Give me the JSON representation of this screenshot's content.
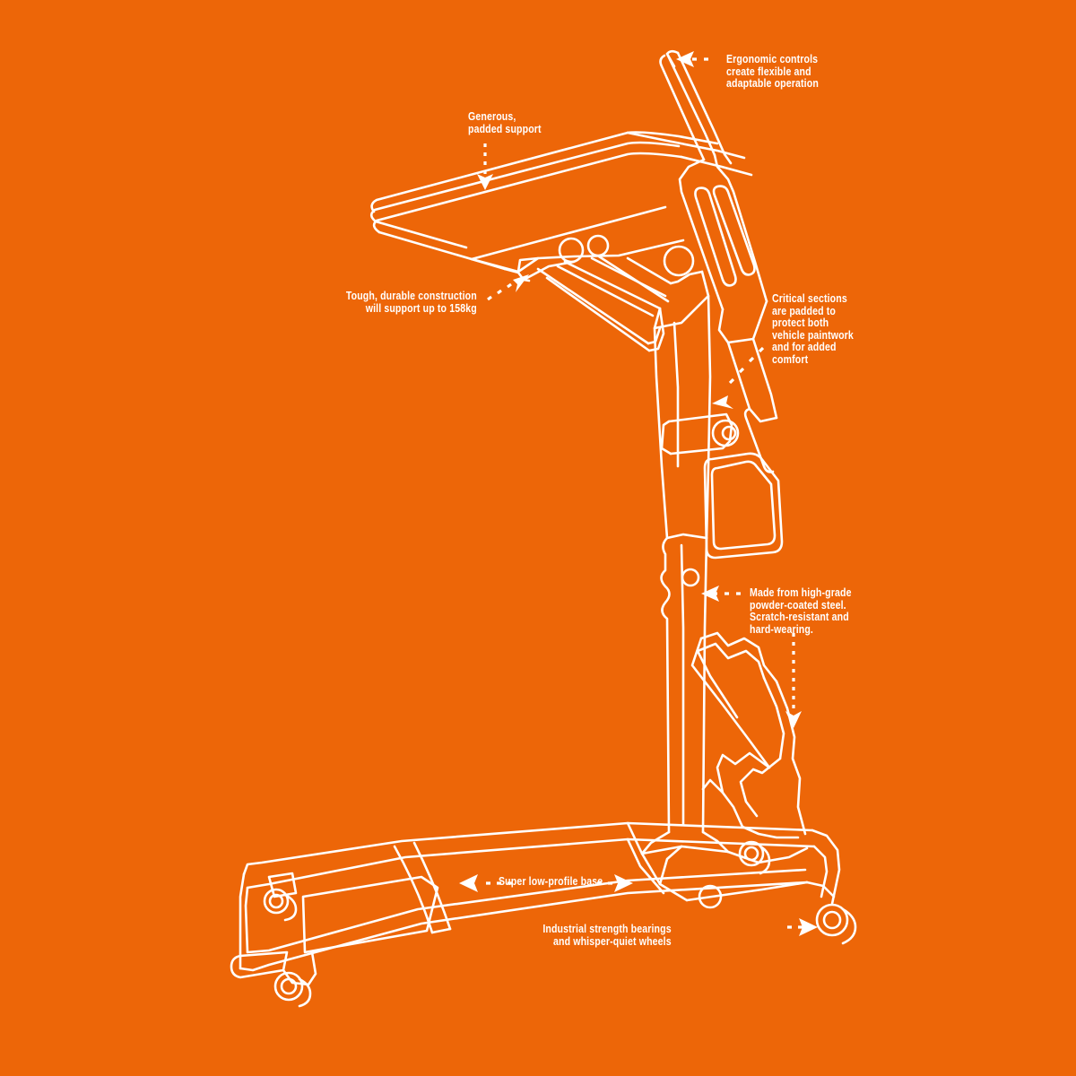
{
  "meta": {
    "title": "Engine crane annotated feature diagram",
    "background_color": "#ED6608",
    "line_color": "#FFFFFF"
  },
  "callouts": [
    {
      "id": "ergonomic",
      "name": "callout-ergonomic-controls",
      "text": "Ergonomic controls\ncreate flexible and\nadaptable operation",
      "align": "left",
      "arrow": "left",
      "target": "handle-lever"
    },
    {
      "id": "padded",
      "name": "callout-padded-support",
      "text": "Generous,\npadded support",
      "align": "left",
      "arrow": "down",
      "target": "padded-boom-arm"
    },
    {
      "id": "tough",
      "name": "callout-tough-construction",
      "text": "Tough, durable construction\nwill support up to 158kg",
      "align": "right",
      "arrow": "up-right",
      "target": "boom-joint"
    },
    {
      "id": "critical",
      "name": "callout-critical-sections-padded",
      "text": "Critical sections\nare padded to\nprotect both\nvehicle paintwork\nand for added\ncomfort",
      "align": "left",
      "arrow": "down-left",
      "target": "mast-pad"
    },
    {
      "id": "steel",
      "name": "callout-powder-coated-steel",
      "text": "Made from high-grade\npowder-coated steel.\nScratch-resistant and\nhard-wearing.",
      "align": "left",
      "arrow": "left-and-down",
      "target": "mast-column"
    },
    {
      "id": "base",
      "name": "callout-low-profile-base",
      "text": "Super low-profile base",
      "align": "center",
      "arrow": "double-horizontal",
      "target": "base-rail"
    },
    {
      "id": "bearings",
      "name": "callout-bearings-wheels",
      "text": "Industrial strength bearings\nand whisper-quiet wheels",
      "align": "right",
      "arrow": "right",
      "target": "rear-castor"
    }
  ],
  "product": {
    "max_load": "158kg",
    "material": "high-grade powder-coated steel",
    "parts": [
      "handle-lever",
      "padded-boom-arm",
      "boom-joint",
      "mast-column",
      "scissor-linkage",
      "base-rail",
      "front-castor",
      "rear-castor"
    ]
  }
}
